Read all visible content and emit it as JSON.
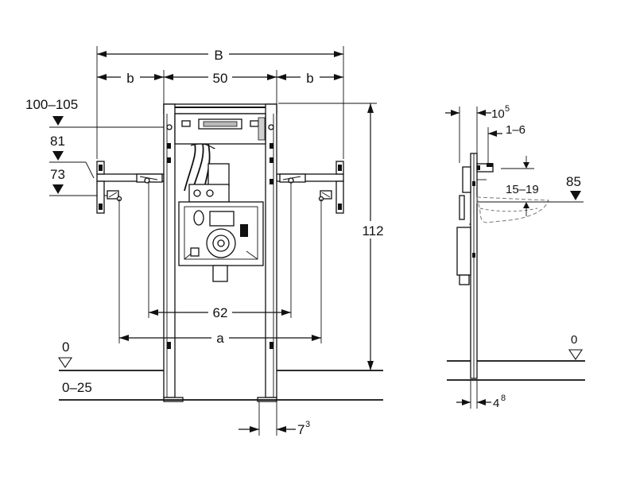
{
  "front_view": {
    "dim_total_width": "B",
    "dim_side_left": "b",
    "dim_center_width": "50",
    "dim_side_right": "b",
    "dim_actuation_height": "100–105",
    "dim_upper_bracket_height": "81",
    "dim_lower_bracket_height": "73",
    "dim_frame_height": "112",
    "dim_inner_spacing": "62",
    "dim_outer_spacing": "a",
    "floor_reference": "0",
    "foot_range": "0–25",
    "foot_width_main": "7",
    "foot_width_sup": "3"
  },
  "side_view": {
    "dim_top_offset_main": "10",
    "dim_top_offset_sup": "5",
    "dim_range_small": "1–6",
    "dim_bowl_range": "15–19",
    "dim_bowl_height": "85",
    "floor_reference": "0",
    "dim_foot_main": "4",
    "dim_foot_sup": "8"
  }
}
